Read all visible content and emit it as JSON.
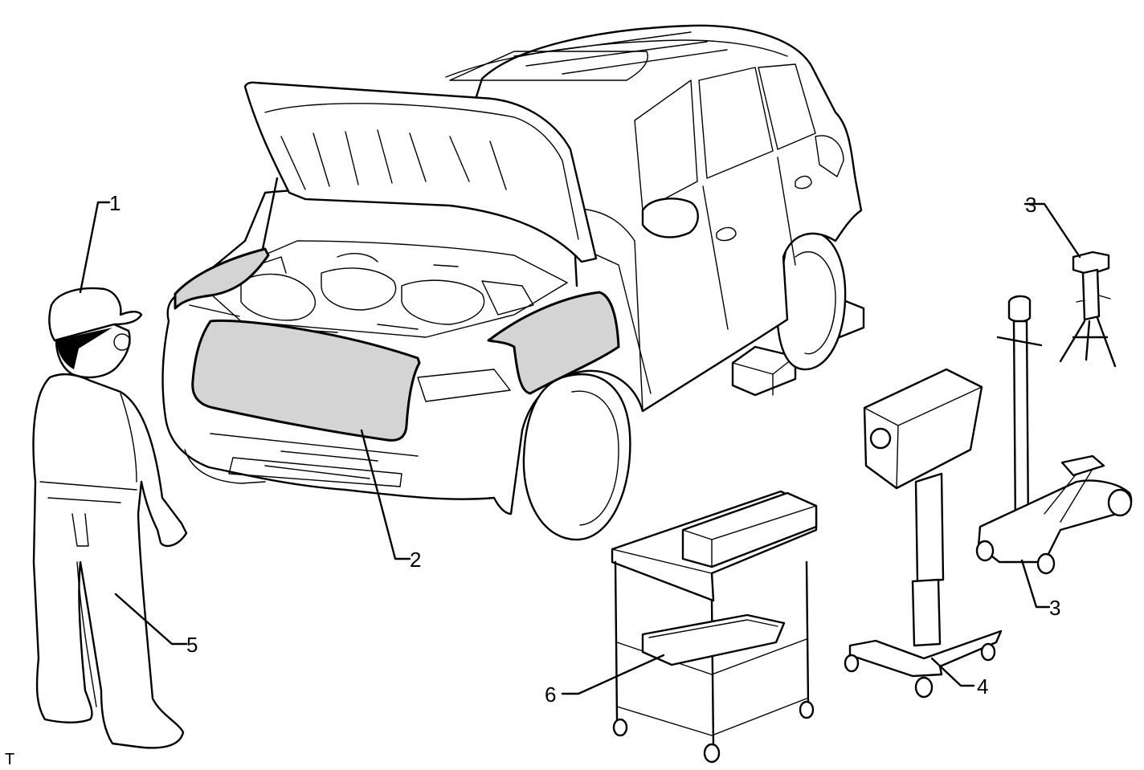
{
  "callouts": [
    {
      "id": "worker-cap",
      "label": "1"
    },
    {
      "id": "grille-cover",
      "label": "2"
    },
    {
      "id": "jack-stand",
      "label": "3"
    },
    {
      "id": "floor-jack",
      "label": "3"
    },
    {
      "id": "headlight-tester",
      "label": "4"
    },
    {
      "id": "worker-clothes",
      "label": "5"
    },
    {
      "id": "parts-cart-tray",
      "label": "6"
    }
  ],
  "corner_mark": "T"
}
